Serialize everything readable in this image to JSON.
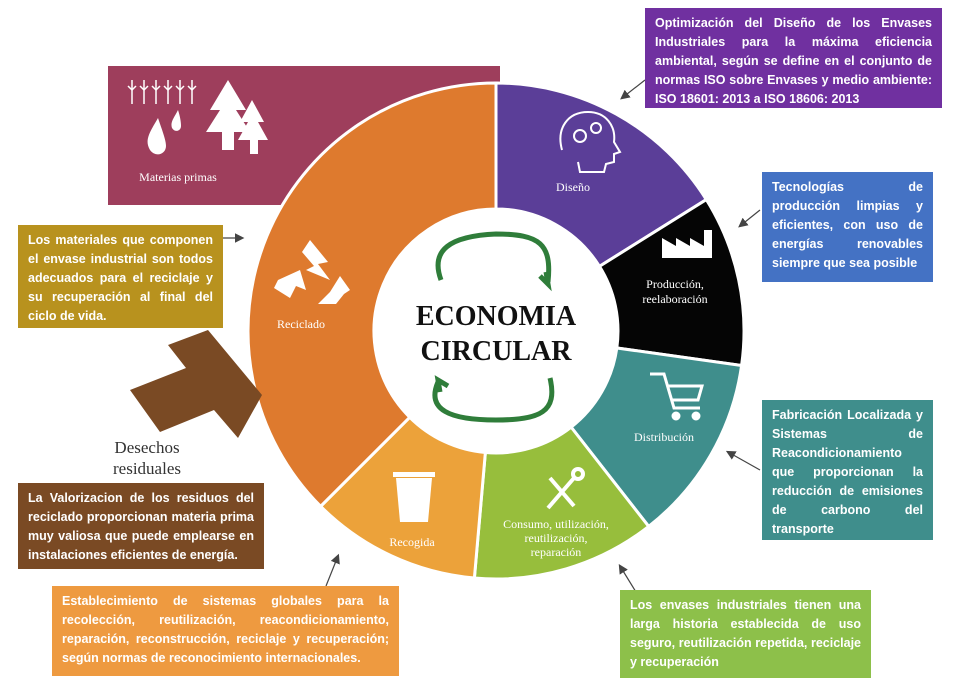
{
  "diagram": {
    "center": {
      "line1": "ECONOMIA",
      "line2": "CIRCULAR"
    },
    "segments": [
      {
        "id": "materias-primas",
        "label": [
          "Materias primas"
        ],
        "color": "#9E3E5C"
      },
      {
        "id": "diseno",
        "label": [
          "Diseño"
        ],
        "color": "#5B3E98"
      },
      {
        "id": "produccion",
        "label": [
          "Producción,",
          "reelaboración"
        ],
        "color": "#050505"
      },
      {
        "id": "distribucion",
        "label": [
          "Distribución"
        ],
        "color": "#3F8E8C"
      },
      {
        "id": "consumo",
        "label": [
          "Consumo, utilización,",
          "reutilización,",
          "reparación"
        ],
        "color": "#97BE3C"
      },
      {
        "id": "recogida",
        "label": [
          "Recogida"
        ],
        "color": "#ECA23A"
      },
      {
        "id": "reciclado",
        "label": [
          "Reciclado"
        ],
        "color": "#DE7A2E"
      }
    ],
    "waste": {
      "line1": "Desechos",
      "line2": "residuales",
      "color": "#7A4A24"
    },
    "center_arrow_color": "#2F7D3A",
    "icons": [
      "wheat-icon",
      "water-drops-icon",
      "pine-trees-icon",
      "head-gears-icon",
      "factory-icon",
      "shopping-cart-icon",
      "wrench-screwdriver-icon",
      "recycle-bin-icon",
      "recycle-icon"
    ]
  },
  "notes": {
    "diseno": {
      "text": "Optimización del Diseño de los Envases Industriales para la máxima eficiencia ambiental, según se define en el conjunto de normas ISO sobre Envases y medio ambiente: ISO 18601: 2013 a ISO 18606: 2013",
      "color": "#7030A0"
    },
    "produccion": {
      "text": "Tecnologías de producción limpias y eficientes, con uso de energías renovables siempre que sea posible",
      "color": "#4472C4"
    },
    "distribucion": {
      "text": "Fabricación Localizada y Sistemas de Reacondicionamiento que proporcionan la reducción de emisiones de carbono del transporte",
      "color": "#3F8E8C"
    },
    "consumo": {
      "text": "Los envases industriales tienen una larga historia establecida de uso seguro, reutilización repetida, reciclaje y recuperación",
      "color": "#8DC04A"
    },
    "recogida": {
      "text": "Establecimiento de sistemas globales para la recolección, reutilización, reacondicionamiento, reparación, reconstrucción, reciclaje y recuperación; según normas de reconocimiento internacionales.",
      "color": "#EE9A40"
    },
    "reciclado": {
      "text": "Los materiales que componen el envase industrial son todos adecuados para el reciclaje y su recuperación al final del ciclo de vida.",
      "color": "#B8921E"
    },
    "desechos": {
      "text": "La Valorizacion de los residuos del reciclado proporcionan materia prima muy valiosa que puede emplearse en instalaciones eficientes de energía.",
      "color": "#7A4A24"
    }
  }
}
